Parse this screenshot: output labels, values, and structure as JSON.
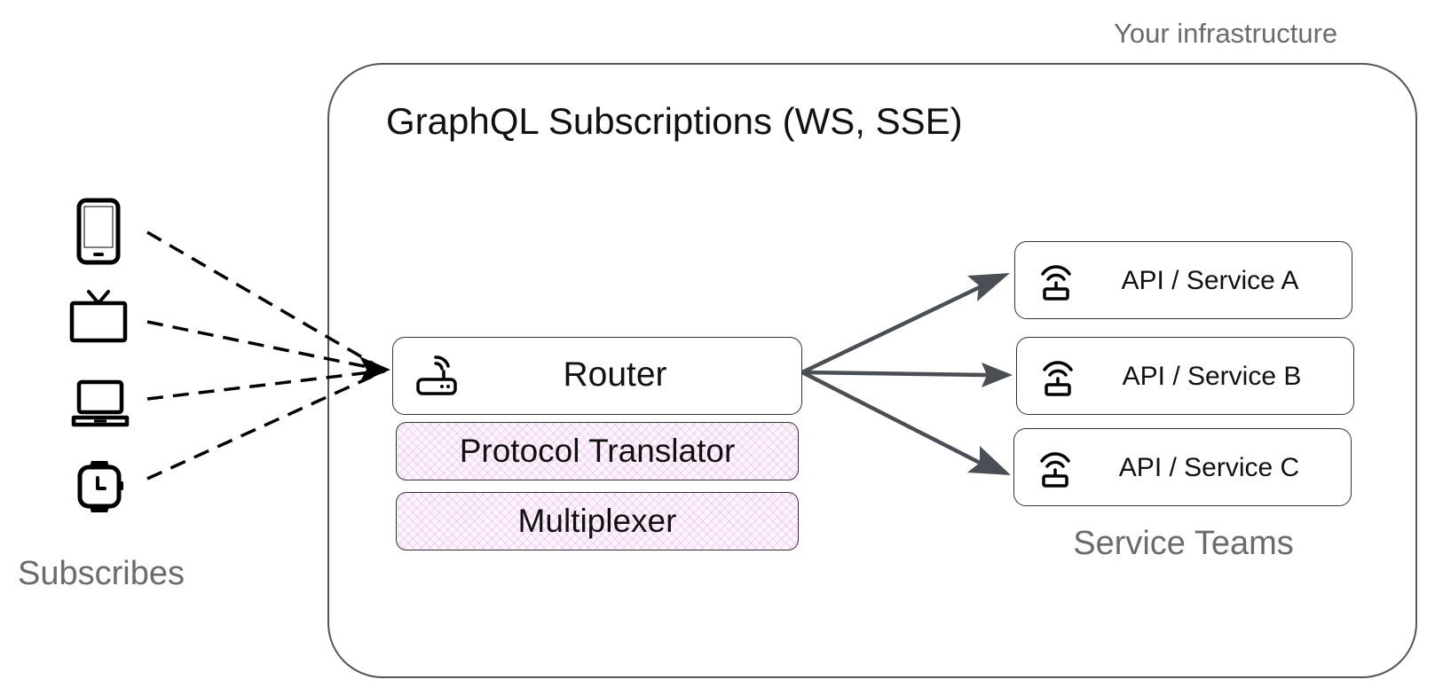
{
  "diagram": {
    "infrastructure_label": "Your infrastructure",
    "title": "GraphQL Subscriptions (WS, SSE)",
    "router_label": "Router",
    "protocol_translator_label": "Protocol Translator",
    "multiplexer_label": "Multiplexer",
    "services": [
      {
        "label": "API / Service A"
      },
      {
        "label": "API / Service B"
      },
      {
        "label": "API / Service C"
      }
    ],
    "service_teams_label": "Service Teams",
    "subscribers_label": "Subscribes",
    "client_icons": [
      "smartphone-icon",
      "tv-icon",
      "laptop-icon",
      "smartwatch-icon"
    ],
    "colors": {
      "arrow": "#4a4f55",
      "hatch": "#e6a0e6",
      "secondary_text": "#6b6b6b"
    }
  }
}
